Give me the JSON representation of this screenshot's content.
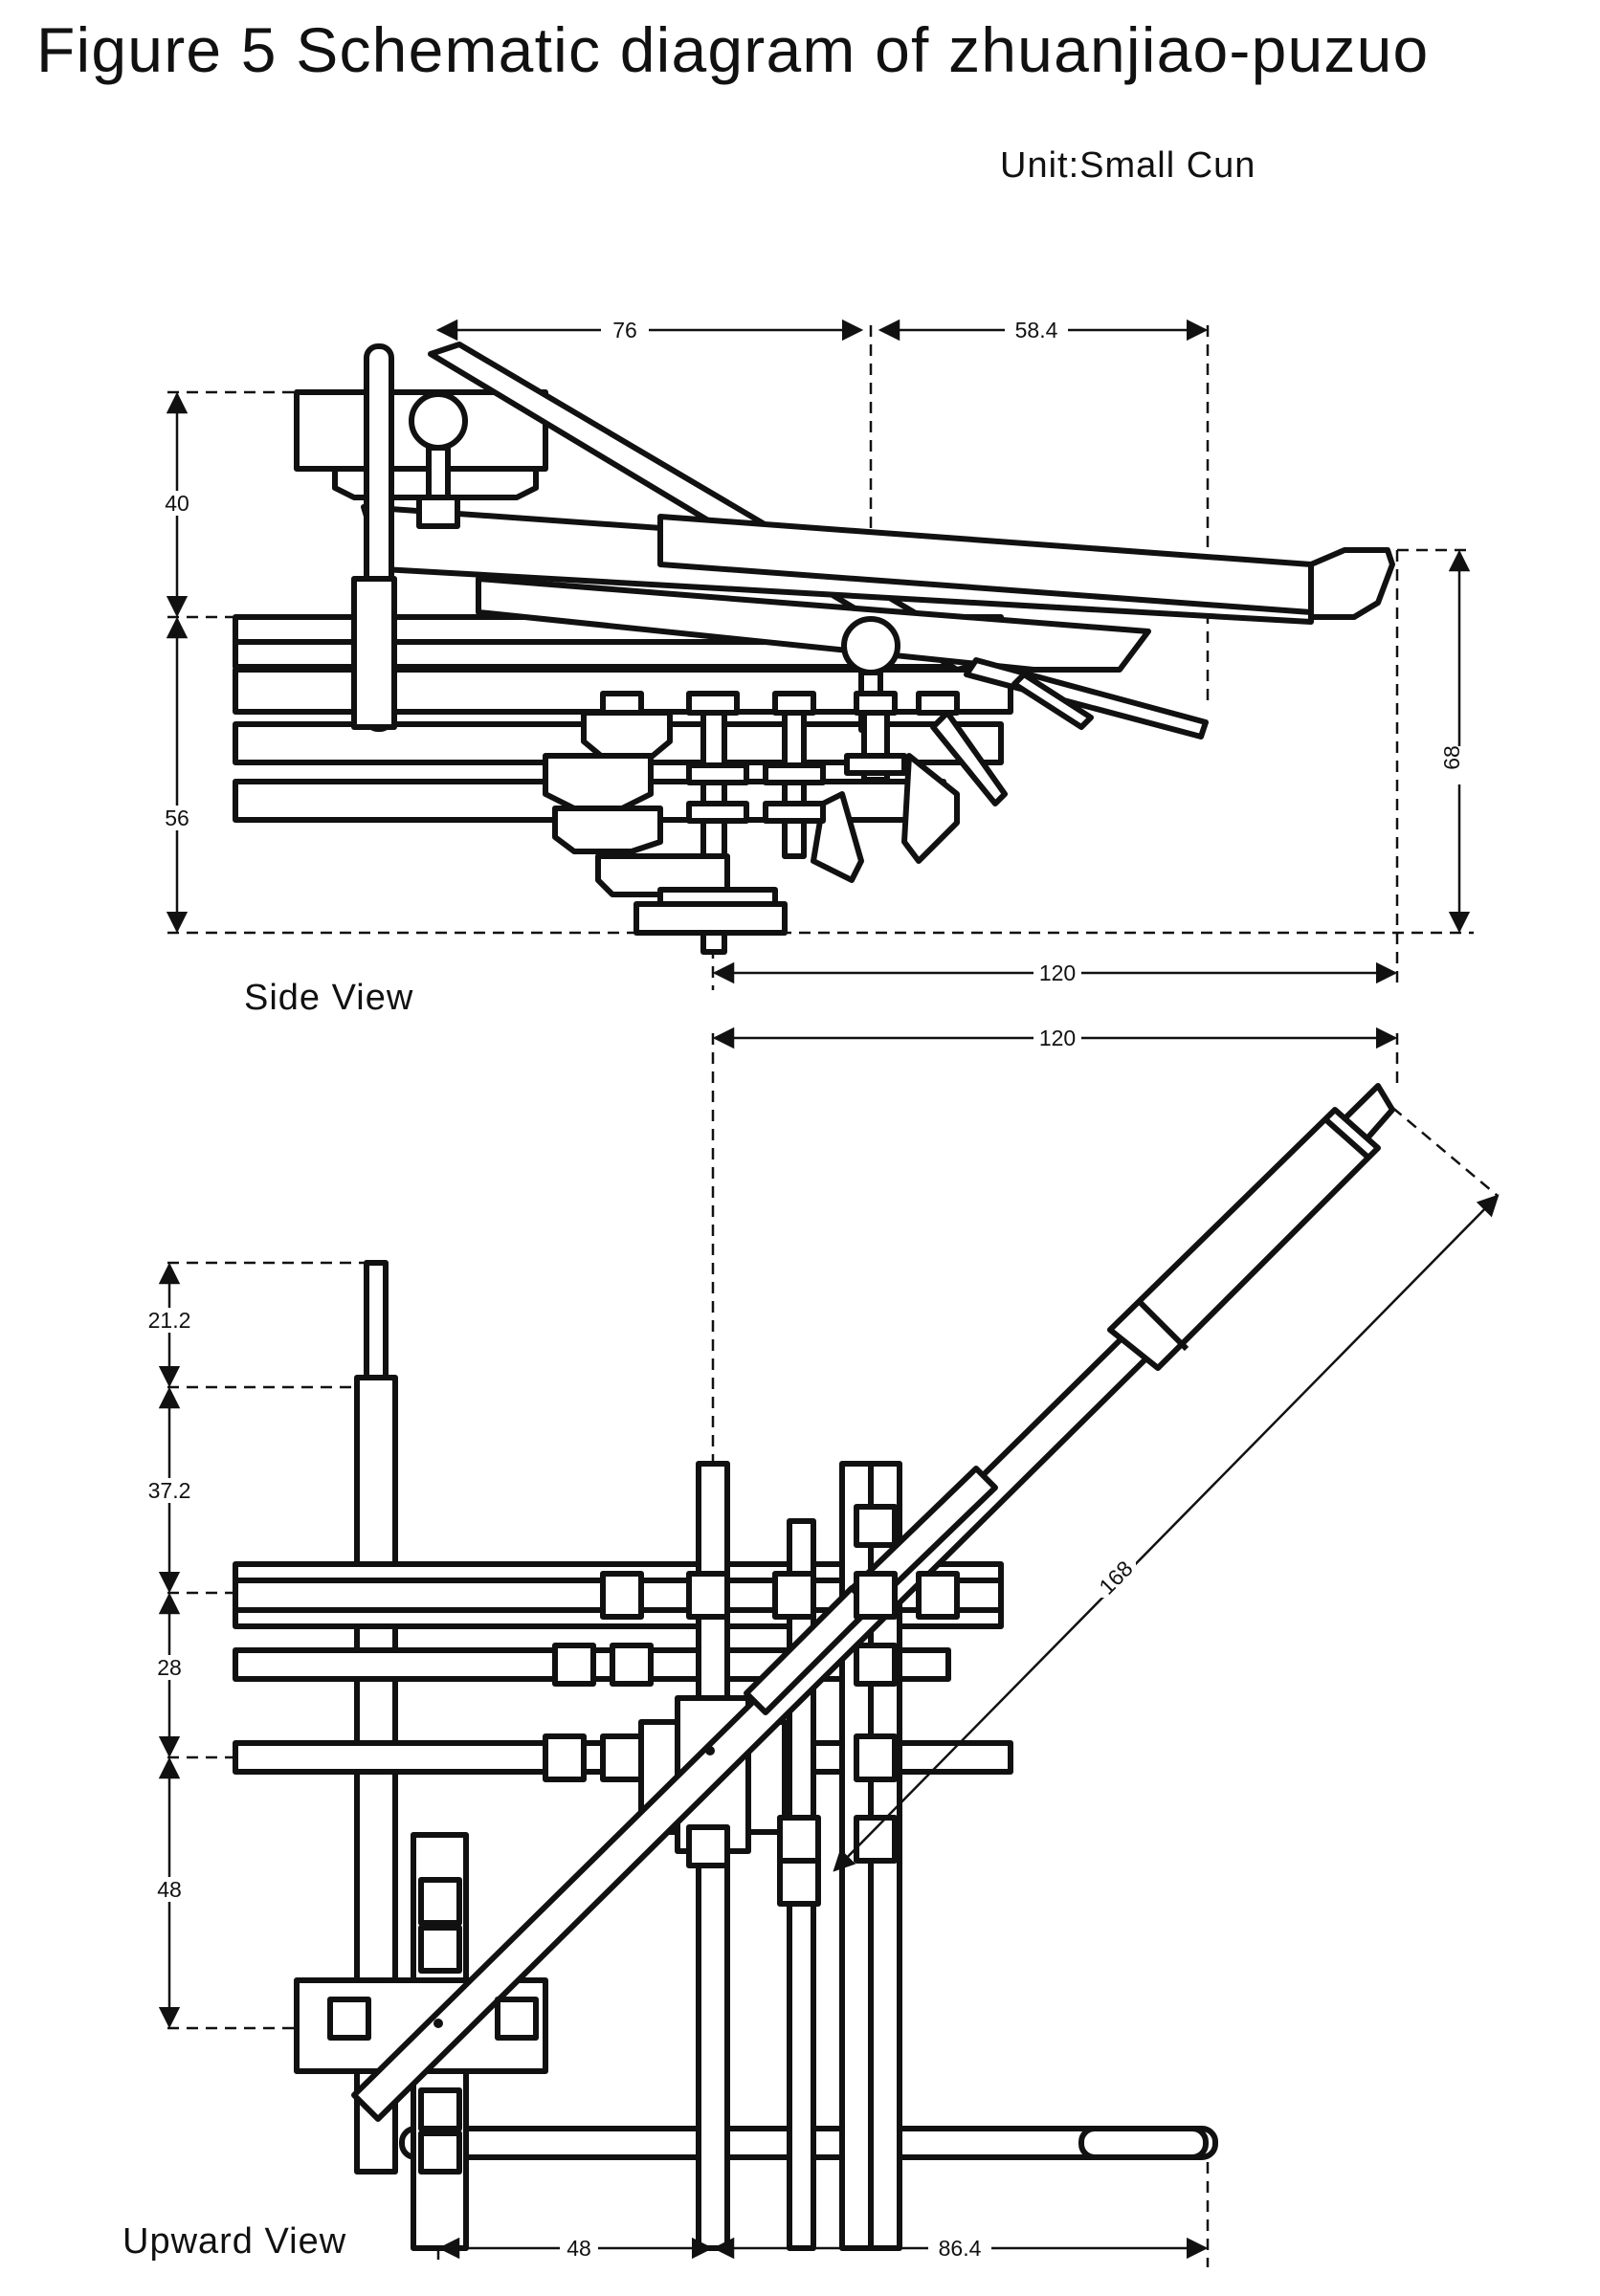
{
  "title": "Figure 5 Schematic diagram of zhuanjiao-puzuo",
  "unit": "Unit:Small Cun",
  "views": {
    "side": {
      "label": "Side View",
      "dims": {
        "top_left": "76",
        "top_right": "58.4",
        "left_upper": "40",
        "left_lower": "56",
        "right": "68",
        "bottom": "120"
      }
    },
    "upward": {
      "label": "Upward View",
      "dims": {
        "top": "120",
        "diagonal": "168",
        "left_1": "21.2",
        "left_2": "37.2",
        "left_3": "28",
        "left_4": "48",
        "bottom_left": "48",
        "bottom_right": "86.4"
      }
    }
  }
}
